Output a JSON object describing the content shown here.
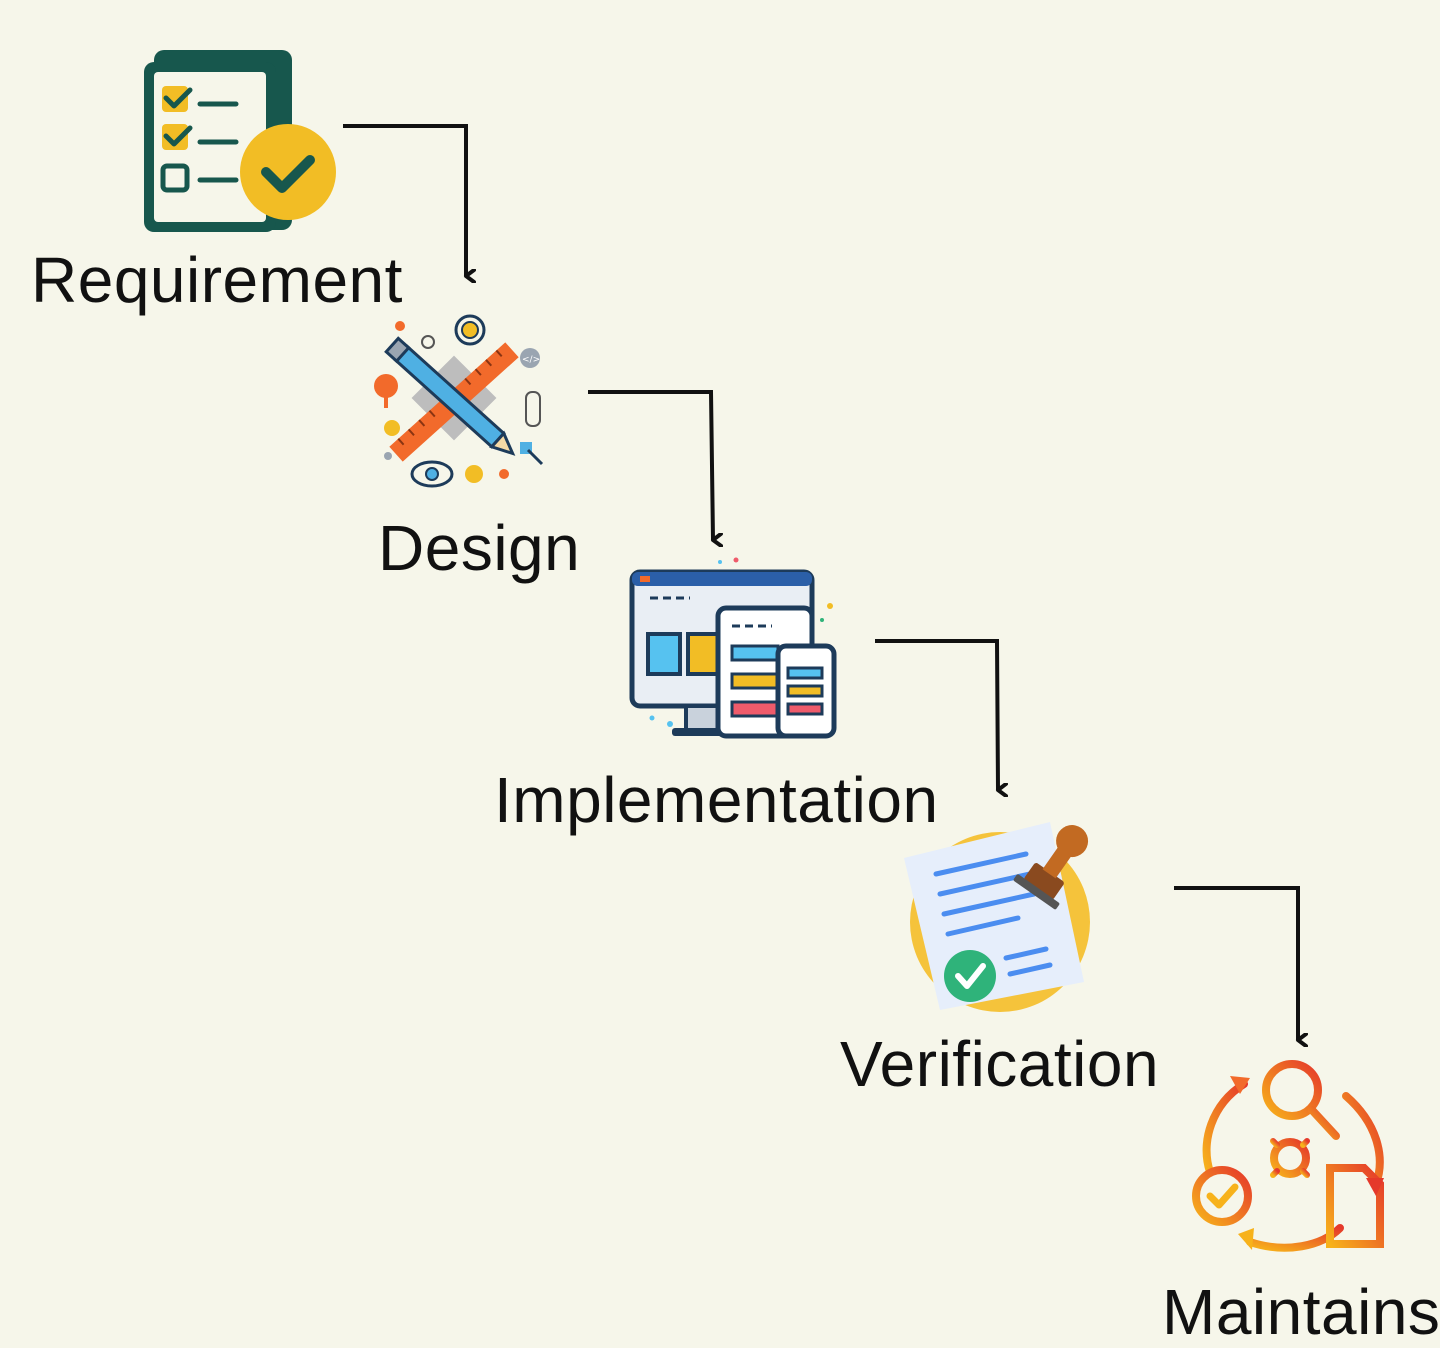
{
  "diagram": {
    "steps": [
      {
        "id": "requirement",
        "label": "Requirement",
        "icon": "checklist-icon"
      },
      {
        "id": "design",
        "label": "Design",
        "icon": "design-tools-icon"
      },
      {
        "id": "implementation",
        "label": "Implementation",
        "icon": "devices-icon"
      },
      {
        "id": "verification",
        "label": "Verification",
        "icon": "approved-document-icon"
      },
      {
        "id": "maintains",
        "label": "Maintains",
        "icon": "maintenance-cycle-icon"
      }
    ],
    "colors": {
      "background": "#f6f6ea",
      "arrow": "#111111",
      "teal": "#17574d",
      "yellow": "#f2bd25",
      "orange": "#f26a2b",
      "blue": "#2b5fa8",
      "green": "#2fb37a"
    }
  }
}
